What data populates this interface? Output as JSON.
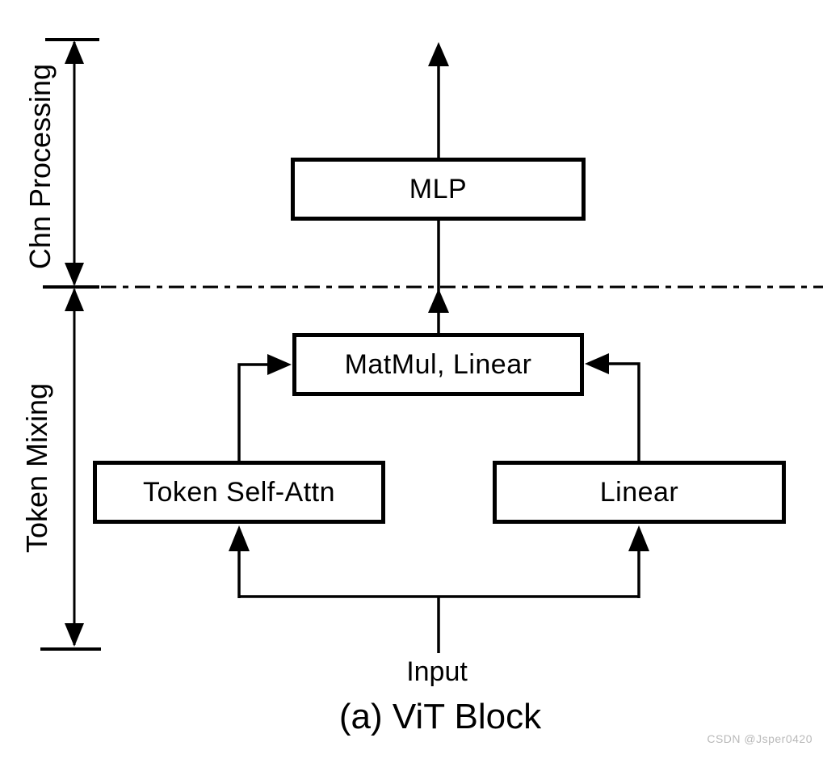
{
  "figure": {
    "caption": "(a) ViT Block",
    "input_label": "Input",
    "regions": {
      "chn_processing": "Chn Processing",
      "token_mixing": "Token Mixing"
    },
    "nodes": {
      "mlp": "MLP",
      "matmul_linear": "MatMul, Linear",
      "token_self_attn": "Token Self-Attn",
      "linear": "Linear"
    },
    "colors": {
      "line": "#000000",
      "box_fill": "#ffffff",
      "background": "#ffffff",
      "watermark": "#b9b9b9"
    }
  },
  "watermark": {
    "text": "CSDN @Jsper0420"
  }
}
